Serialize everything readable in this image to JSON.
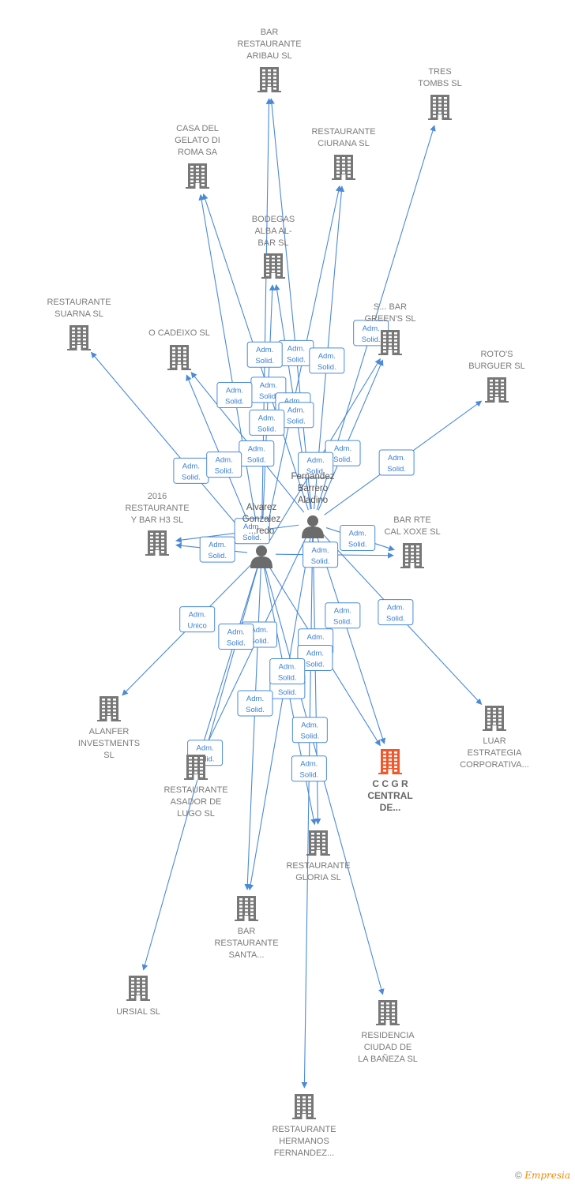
{
  "copyright": {
    "symbol": "©",
    "brand": "Empresia"
  },
  "colors": {
    "edge": "#4a8ad6",
    "company": "#777777",
    "focus_company": "#f0572a",
    "person": "#6b6b6b"
  },
  "persons": [
    {
      "id": "p1",
      "label": [
        "Fernandez",
        "Barrero",
        "Aladino"
      ],
      "icon": "person-icon"
    },
    {
      "id": "p2",
      "label": [
        "Alvarez",
        "Gonzalez",
        "...redo"
      ],
      "icon": "person-icon"
    }
  ],
  "companies": [
    {
      "id": "aribau",
      "label": [
        "BAR",
        "RESTAURANTE",
        "ARIBAU SL"
      ],
      "icon": "building-icon"
    },
    {
      "id": "tres",
      "label": [
        "TRES",
        "TOMBS SL"
      ],
      "icon": "building-icon"
    },
    {
      "id": "gelato",
      "label": [
        "CASA DEL",
        "GELATO DI",
        "ROMA SA"
      ],
      "icon": "building-icon"
    },
    {
      "id": "ciurana",
      "label": [
        "RESTAURANTE",
        "CIURANA SL"
      ],
      "icon": "building-icon"
    },
    {
      "id": "bodegas",
      "label": [
        "BODEGAS",
        "ALBA AL-",
        "BAR  SL"
      ],
      "icon": "building-icon"
    },
    {
      "id": "suarna",
      "label": [
        "RESTAURANTE",
        "SUARNA  SL"
      ],
      "icon": "building-icon"
    },
    {
      "id": "cadeixo",
      "label": [
        "O CADEIXO SL"
      ],
      "icon": "building-icon"
    },
    {
      "id": "greens",
      "label": [
        "S... BAR",
        "GREEN'S  SL"
      ],
      "icon": "building-icon"
    },
    {
      "id": "rotos",
      "label": [
        "ROTO'S",
        "BURGUER  SL"
      ],
      "icon": "building-icon"
    },
    {
      "id": "h3",
      "label": [
        "2016",
        "RESTAURANTE",
        "Y BAR H3  SL"
      ],
      "icon": "building-icon"
    },
    {
      "id": "xoxe",
      "label": [
        "BAR RTE",
        "CAL XOXE  SL"
      ],
      "icon": "building-icon"
    },
    {
      "id": "alanfer",
      "label": [
        "ALANFER",
        "INVESTMENTS",
        "SL"
      ],
      "icon": "building-icon"
    },
    {
      "id": "luar",
      "label": [
        "LUAR",
        "ESTRATEGIA",
        "CORPORATIVA..."
      ],
      "icon": "building-icon"
    },
    {
      "id": "ccgr",
      "label": [
        "C C G R",
        "CENTRAL",
        "DE..."
      ],
      "icon": "building-icon",
      "focus": true
    },
    {
      "id": "asador",
      "label": [
        "RESTAURANTE",
        "ASADOR DE",
        "LUGO SL"
      ],
      "icon": "building-icon"
    },
    {
      "id": "gloria",
      "label": [
        "RESTAURANTE",
        "GLORIA SL"
      ],
      "icon": "building-icon"
    },
    {
      "id": "santa",
      "label": [
        "BAR",
        "RESTAURANTE",
        "SANTA..."
      ],
      "icon": "building-icon"
    },
    {
      "id": "ursial",
      "label": [
        "URSIAL SL"
      ],
      "icon": "building-icon"
    },
    {
      "id": "baneza",
      "label": [
        "RESIDENCIA",
        "CIUDAD DE",
        "LA BAÑEZA  SL"
      ],
      "icon": "building-icon"
    },
    {
      "id": "hermanos",
      "label": [
        "RESTAURANTE",
        "HERMANOS",
        "FERNANDEZ..."
      ],
      "icon": "building-icon"
    }
  ],
  "edge_label_texts": {
    "solid": [
      "Adm.",
      "Solid."
    ],
    "unico": [
      "Adm.",
      "Unico"
    ]
  },
  "edges": [
    {
      "from": "p1",
      "to": "aribau",
      "label": "solid"
    },
    {
      "from": "p2",
      "to": "aribau",
      "label": "solid"
    },
    {
      "from": "p1",
      "to": "tres",
      "label": "solid"
    },
    {
      "from": "p1",
      "to": "gelato",
      "label": "solid"
    },
    {
      "from": "p2",
      "to": "gelato",
      "label": "solid"
    },
    {
      "from": "p1",
      "to": "ciurana",
      "label": "solid"
    },
    {
      "from": "p2",
      "to": "ciurana",
      "label": "solid"
    },
    {
      "from": "p1",
      "to": "bodegas",
      "label": "solid"
    },
    {
      "from": "p2",
      "to": "bodegas",
      "label": "solid"
    },
    {
      "from": "p2",
      "to": "suarna",
      "label": "solid"
    },
    {
      "from": "p1",
      "to": "cadeixo",
      "label": "solid"
    },
    {
      "from": "p2",
      "to": "cadeixo",
      "label": "solid"
    },
    {
      "from": "p1",
      "to": "greens",
      "label": "solid"
    },
    {
      "from": "p2",
      "to": "greens",
      "label": "solid"
    },
    {
      "from": "p1",
      "to": "rotos",
      "label": "solid"
    },
    {
      "from": "p1",
      "to": "h3",
      "label": "solid"
    },
    {
      "from": "p2",
      "to": "h3",
      "label": "solid"
    },
    {
      "from": "p1",
      "to": "xoxe",
      "label": "solid"
    },
    {
      "from": "p2",
      "to": "xoxe",
      "label": "solid"
    },
    {
      "from": "p2",
      "to": "alanfer",
      "label": "unico"
    },
    {
      "from": "p1",
      "to": "luar",
      "label": "solid"
    },
    {
      "from": "p1",
      "to": "ccgr",
      "label": "solid"
    },
    {
      "from": "p2",
      "to": "ccgr",
      "label": "solid"
    },
    {
      "from": "p1",
      "to": "asador",
      "label": "solid"
    },
    {
      "from": "p2",
      "to": "asador",
      "label": "solid"
    },
    {
      "from": "p1",
      "to": "gloria",
      "label": "solid"
    },
    {
      "from": "p2",
      "to": "gloria",
      "label": "solid"
    },
    {
      "from": "p1",
      "to": "santa",
      "label": "solid"
    },
    {
      "from": "p2",
      "to": "santa",
      "label": "solid"
    },
    {
      "from": "p2",
      "to": "ursial",
      "label": "solid"
    },
    {
      "from": "p2",
      "to": "baneza",
      "label": "solid"
    },
    {
      "from": "p1",
      "to": "hermanos",
      "label": "solid"
    }
  ]
}
